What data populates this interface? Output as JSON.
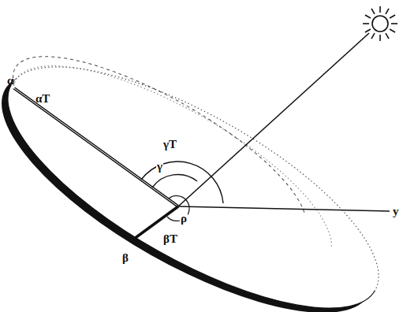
{
  "diagram": {
    "labels": [
      "α",
      "αT",
      "γT",
      "γ",
      "ρ",
      "βT",
      "β",
      "y"
    ]
  }
}
